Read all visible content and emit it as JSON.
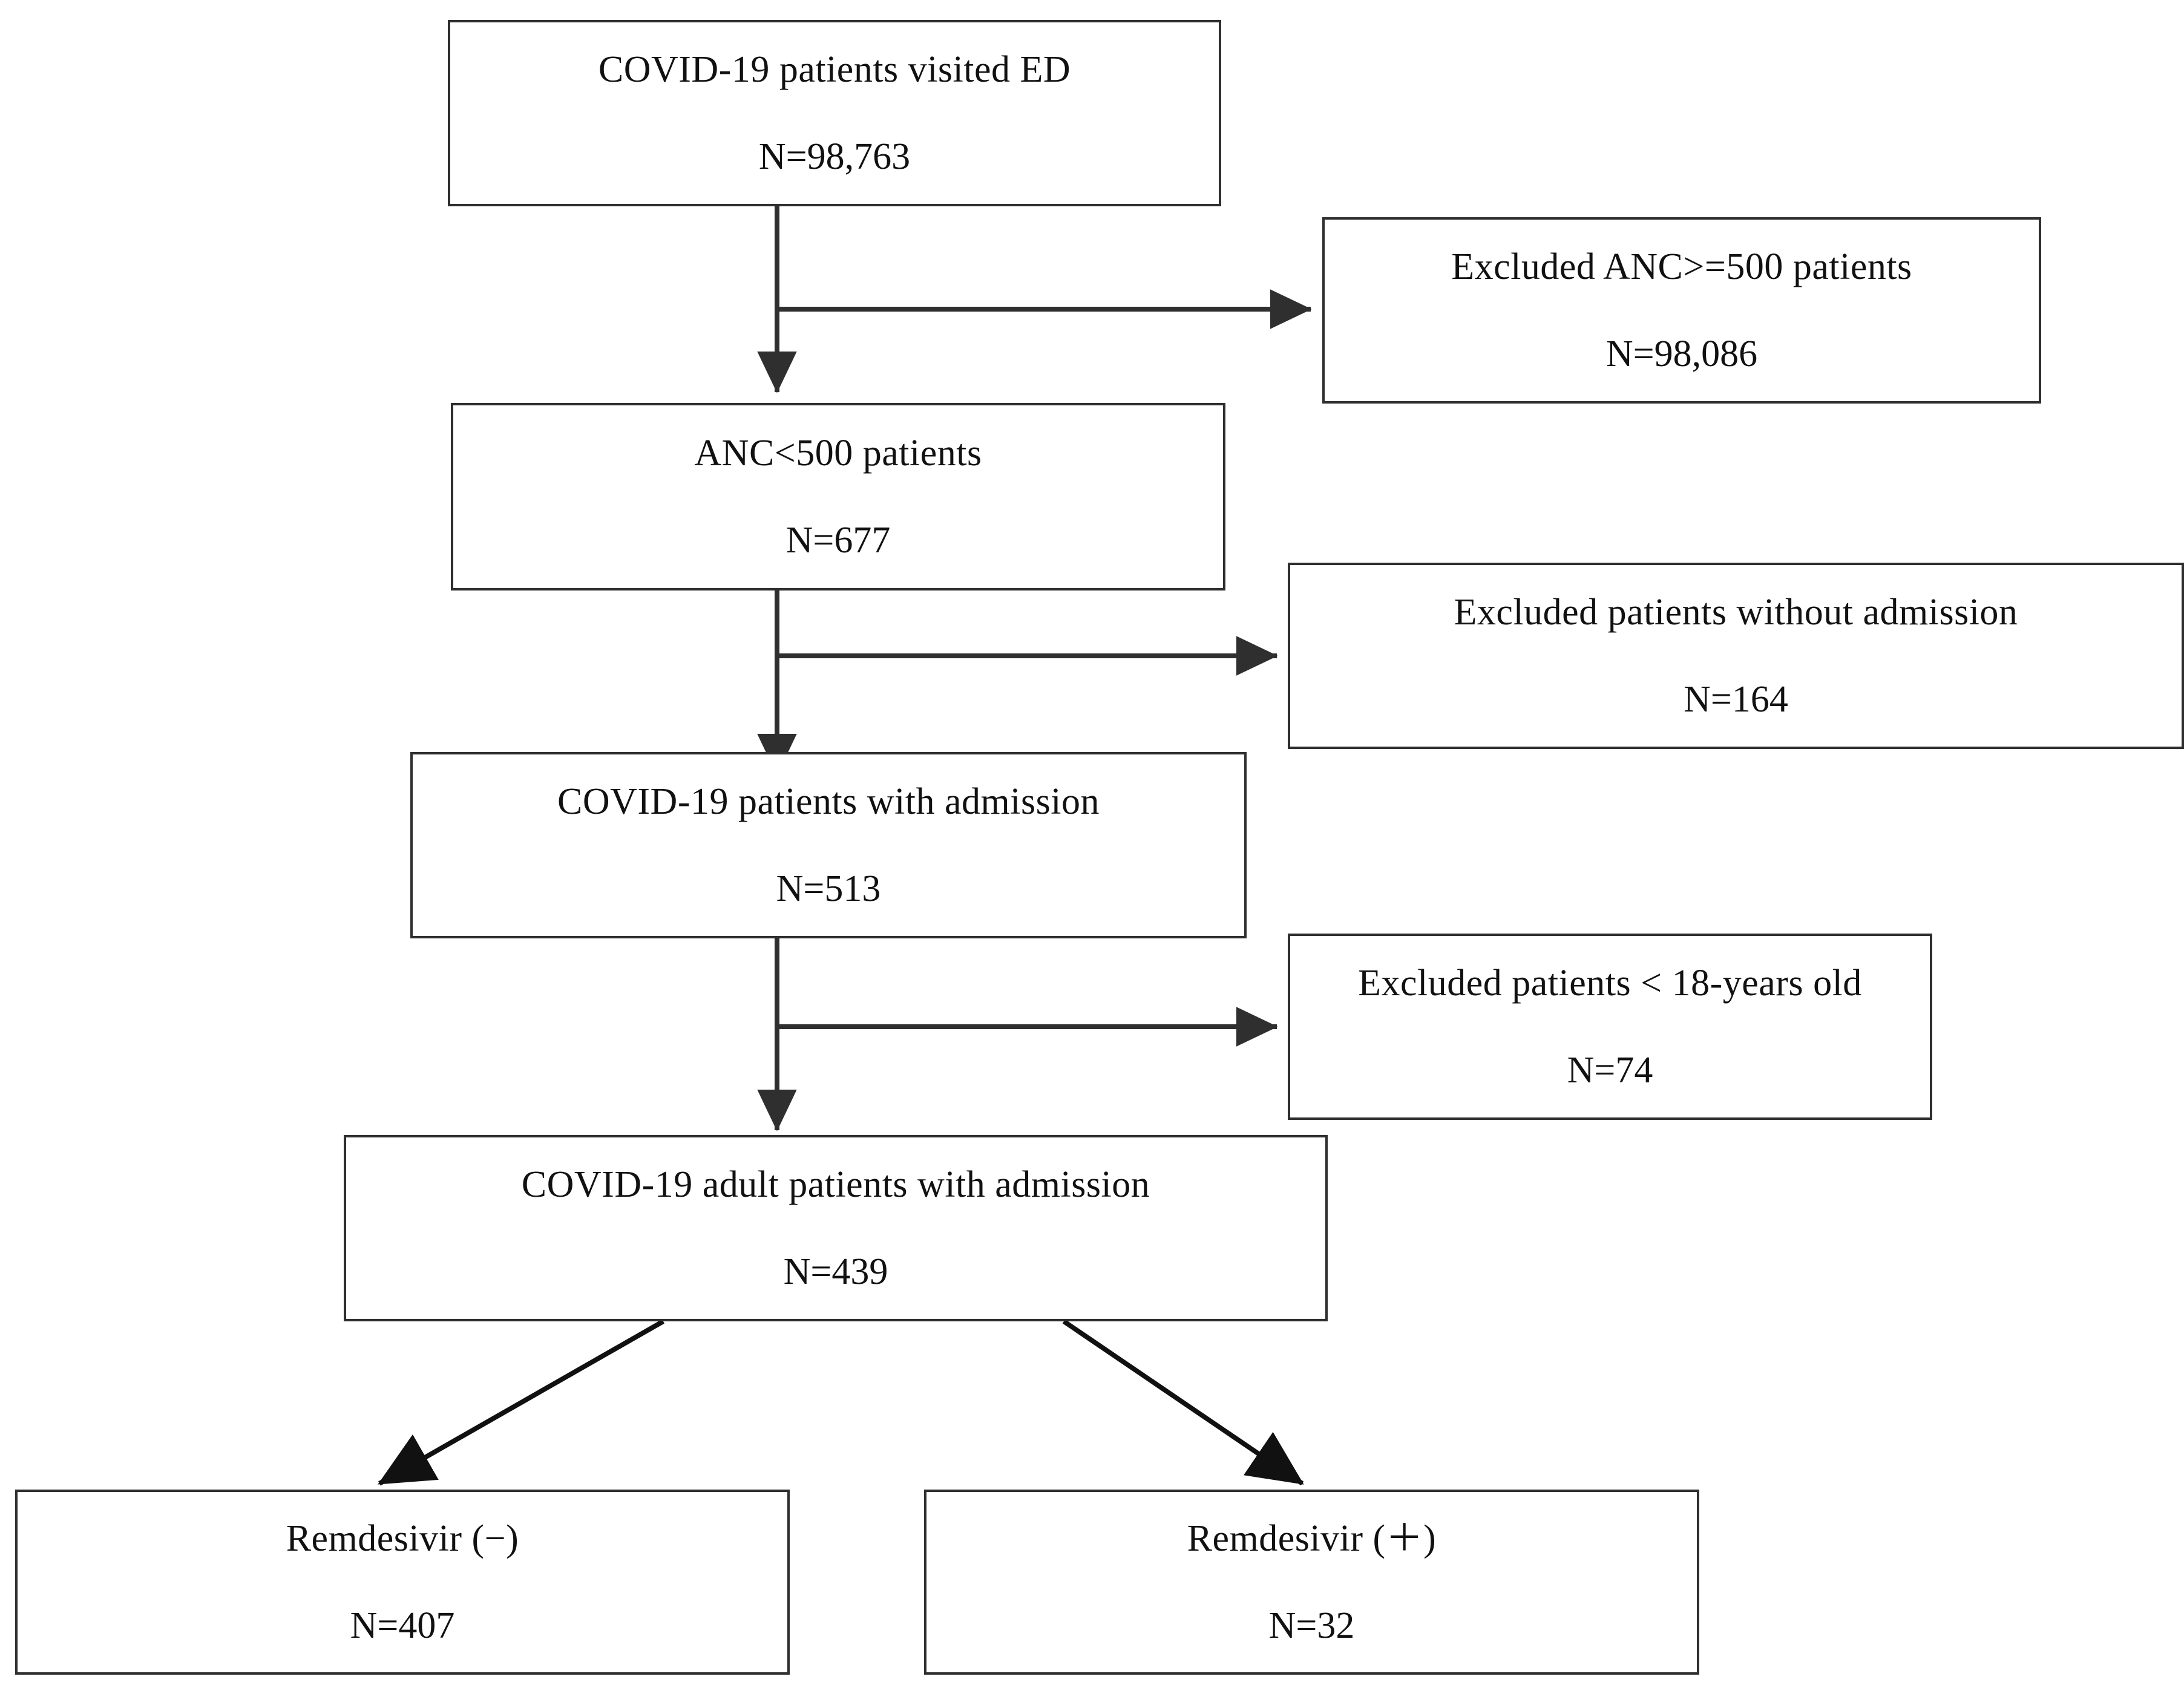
{
  "diagram": {
    "title": "COVID-19 study patient selection flow",
    "type": "flowchart",
    "background_color": "#ffffff",
    "box_border_color": "#2f2f2f",
    "connector_color": "#2f2f2f",
    "text_color": "#111111"
  },
  "nodes": {
    "n1": {
      "label": "COVID-19 patients visited ED",
      "count": "N=98,763"
    },
    "n2": {
      "label": "ANC<500 patients",
      "count": "N=677"
    },
    "n3": {
      "label": "COVID-19 patients with admission",
      "count": "N=513"
    },
    "n4": {
      "label": "COVID-19 adult patients with admission",
      "count": "N=439"
    },
    "n5": {
      "label": "Remdesivir (−)",
      "count": "N=407"
    },
    "n6": {
      "label": "Remdesivir (＋)",
      "count": "N=32"
    }
  },
  "exclusions": {
    "e1": {
      "label": "Excluded ANC>=500 patients",
      "count": "N=98,086"
    },
    "e2": {
      "label": "Excluded patients without admission",
      "count": "N=164"
    },
    "e3": {
      "label": "Excluded patients < 18-years old",
      "count": "N=74"
    }
  },
  "edges": [
    {
      "from": "n1",
      "to": "n2",
      "kind": "vertical-arrow"
    },
    {
      "from": "n1",
      "to": "e1",
      "kind": "branch-right-arrow"
    },
    {
      "from": "n2",
      "to": "n3",
      "kind": "vertical-arrow"
    },
    {
      "from": "n2",
      "to": "e2",
      "kind": "branch-right-arrow"
    },
    {
      "from": "n3",
      "to": "n4",
      "kind": "vertical-arrow"
    },
    {
      "from": "n3",
      "to": "e3",
      "kind": "branch-right-arrow"
    },
    {
      "from": "n4",
      "to": "n5",
      "kind": "diagonal-arrow"
    },
    {
      "from": "n4",
      "to": "n6",
      "kind": "diagonal-arrow"
    }
  ]
}
